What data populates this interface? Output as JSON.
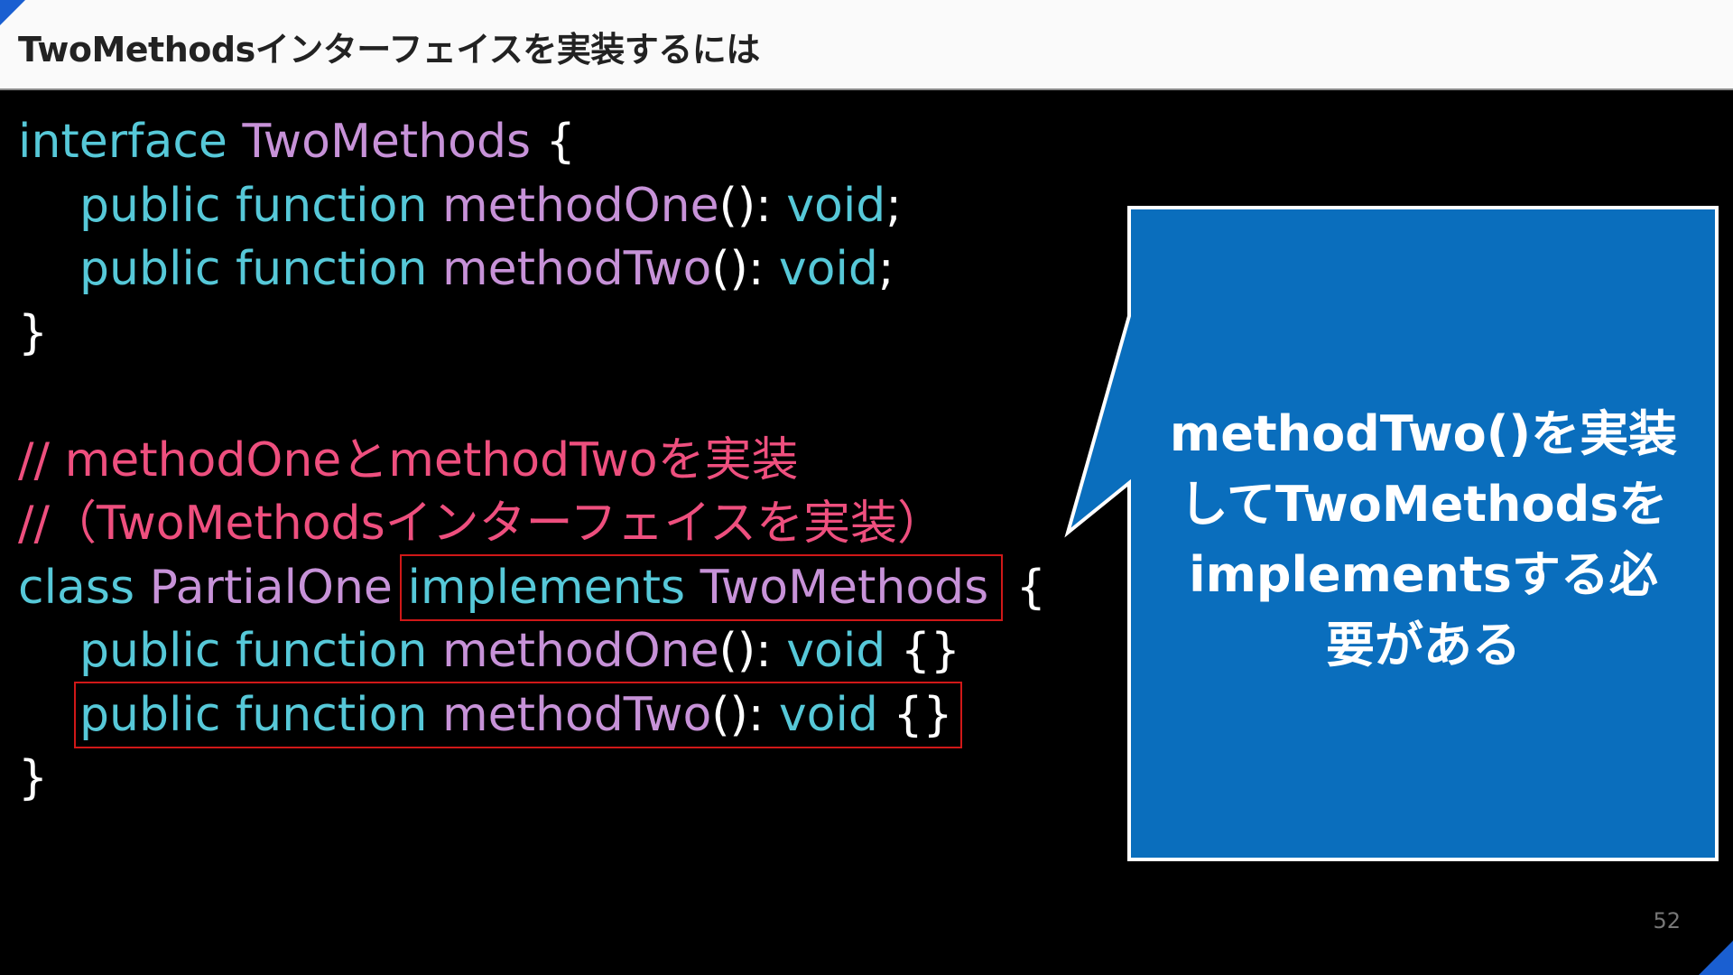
{
  "slide": {
    "title": "TwoMethodsインターフェイスを実装するには",
    "page_number": "52"
  },
  "code": {
    "l1": {
      "kw": "interface",
      "name": "TwoMethods",
      "brace": "{"
    },
    "l2": {
      "kw": "public function",
      "name": "methodOne",
      "paren": "():",
      "type": "void",
      "end": ";"
    },
    "l3": {
      "kw": "public function",
      "name": "methodTwo",
      "paren": "():",
      "type": "void",
      "end": ";"
    },
    "l4": {
      "brace": "}"
    },
    "l6": {
      "comment": "// methodOneとmethodTwoを実装"
    },
    "l7": {
      "comment": "//（TwoMethodsインターフェイスを実装）"
    },
    "l8": {
      "kw": "class",
      "name": "PartialOne",
      "kw2": "implements",
      "name2": "TwoMethods",
      "brace": "{"
    },
    "l9": {
      "kw": "public function",
      "name": "methodOne",
      "paren": "():",
      "type": "void",
      "end": "{}"
    },
    "l10": {
      "kw": "public function",
      "name": "methodTwo",
      "paren": "():",
      "type": "void",
      "end": "{}"
    },
    "l11": {
      "brace": "}"
    }
  },
  "callout": {
    "lines": [
      "methodTwo()を実装",
      "してTwoMethodsを",
      "implementsする必",
      "要がある"
    ],
    "color": "#0a6ebd"
  },
  "colors": {
    "keyword": "#56c8d8",
    "name": "#c792d8",
    "comment": "#ee4f7e",
    "highlight_box": "#d01818",
    "accent": "#1a5fd1"
  }
}
